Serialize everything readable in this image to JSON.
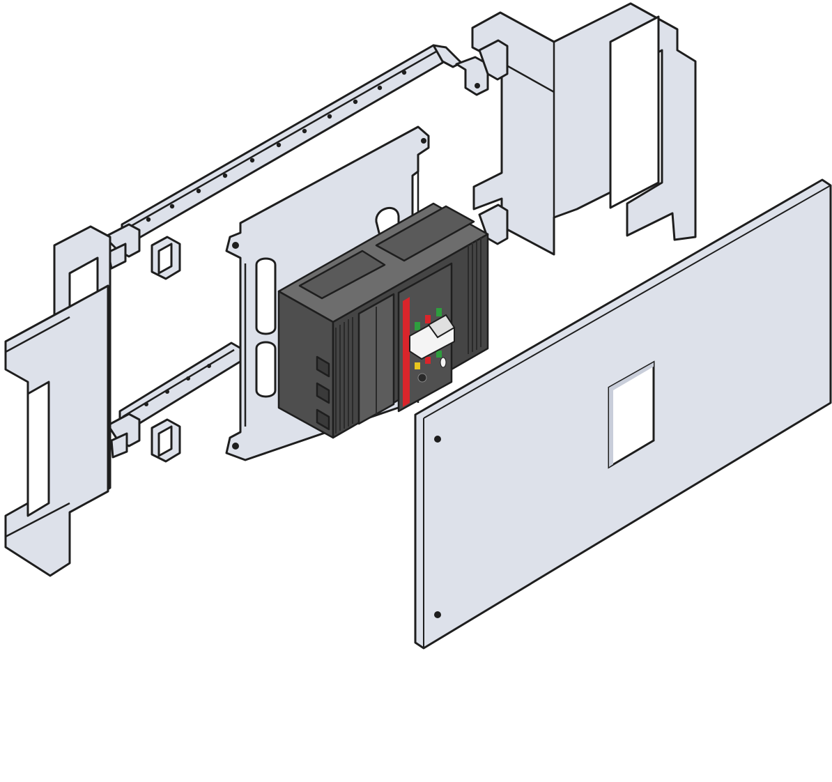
{
  "diagram": {
    "type": "exploded-assembly-illustration",
    "components": [
      {
        "id": "left-side-bracket",
        "icon": "bracket-icon"
      },
      {
        "id": "upper-mounting-rail",
        "icon": "rail-icon"
      },
      {
        "id": "lower-mounting-rail",
        "icon": "rail-icon"
      },
      {
        "id": "upper-rail-clip",
        "icon": "clip-icon"
      },
      {
        "id": "lower-rail-clip",
        "icon": "clip-icon"
      },
      {
        "id": "mounting-plate",
        "icon": "plate-icon"
      },
      {
        "id": "circuit-breaker",
        "icon": "breaker-icon"
      },
      {
        "id": "right-side-bracket",
        "icon": "bracket-icon"
      },
      {
        "id": "front-cover-panel",
        "icon": "panel-icon"
      }
    ],
    "colors": {
      "outline": "#1e1e1e",
      "metal_fill": "#dde1ea",
      "metal_shade": "#c9ceda",
      "breaker_dark": "#4a4a4a",
      "breaker_mid": "#5e5e5e",
      "breaker_light": "#6d6d6d",
      "indicator_red": "#d9252b",
      "indicator_green": "#2e9e3e",
      "indicator_yellow": "#e7c51e",
      "handle": "#f4f4f4",
      "background": "#ffffff"
    }
  }
}
